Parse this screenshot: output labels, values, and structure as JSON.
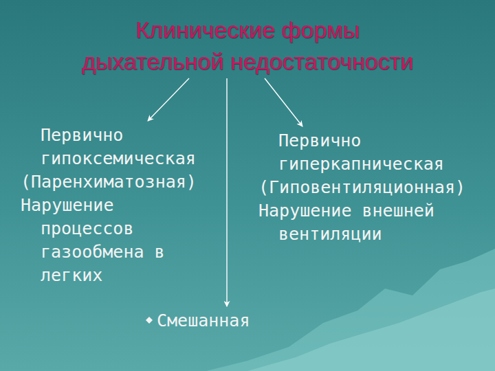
{
  "diagram": {
    "nodes": [
      {
        "text": [
          "Клинические формы дыхательной недостаточности"
        ]
      },
      {
        "text": [
          "Первично гипоксемическая",
          "(Паренхиматозная)",
          "Нарушение процессов газообмена в легких"
        ]
      },
      {
        "text": [
          "Первично гиперкапническая",
          "(Гиповентиляционная)",
          "Нарушение внешней вентиляции"
        ]
      },
      {
        "text": [
          "Смешанная"
        ]
      }
    ],
    "edges": [
      {
        "from": 0,
        "to": 1,
        "arrow": "to"
      },
      {
        "from": 0,
        "to": 3,
        "arrow": "to"
      },
      {
        "from": 0,
        "to": 2,
        "arrow": "to"
      }
    ]
  }
}
